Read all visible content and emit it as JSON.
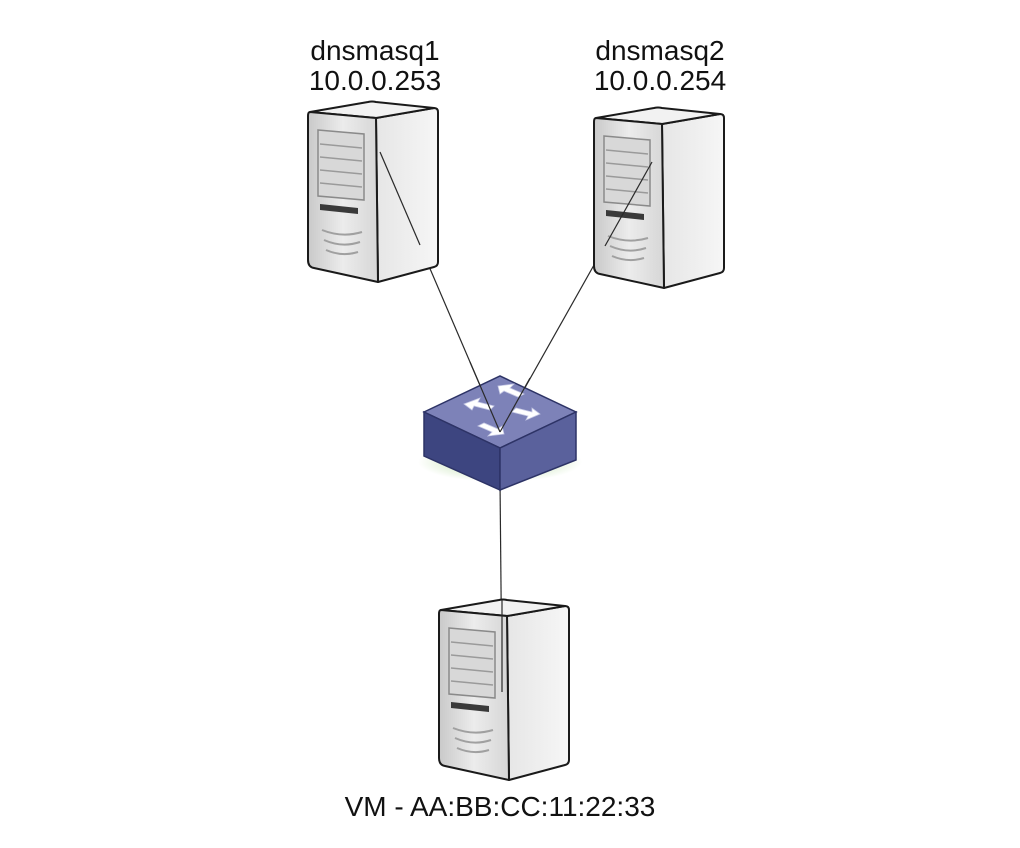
{
  "nodes": {
    "dnsmasq1": {
      "name": "dnsmasq1",
      "ip": "10.0.0.253",
      "icon": "server-tower-icon"
    },
    "dnsmasq2": {
      "name": "dnsmasq2",
      "ip": "10.0.0.254",
      "icon": "server-tower-icon"
    },
    "switch": {
      "icon": "network-switch-icon"
    },
    "vm": {
      "label": "VM - AA:BB:CC:11:22:33",
      "icon": "server-tower-icon"
    }
  },
  "links": [
    {
      "from": "dnsmasq1",
      "to": "switch"
    },
    {
      "from": "dnsmasq2",
      "to": "switch"
    },
    {
      "from": "switch",
      "to": "vm"
    }
  ],
  "colors": {
    "server_body": "#e3e3e3",
    "server_outline": "#1a1a1a",
    "switch_top": "#7d82b8",
    "switch_front": "#3d4580",
    "switch_side": "#5a619c",
    "switch_glow": "#a6d48a"
  }
}
